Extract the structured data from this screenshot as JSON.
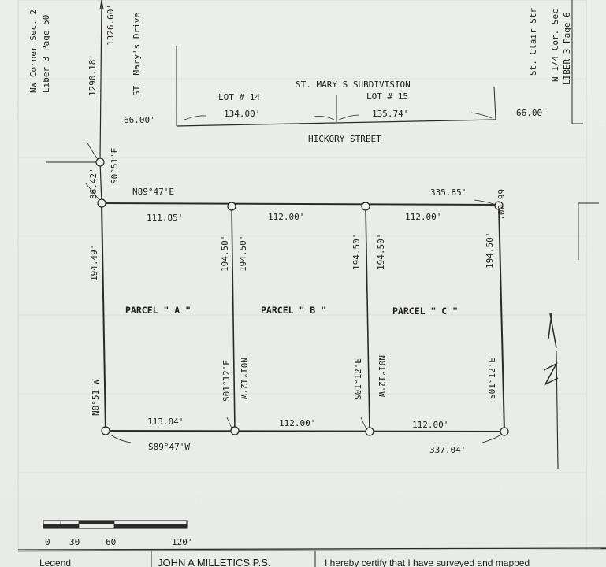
{
  "top_left": {
    "nw_corner": "NW Corner Sec. 2",
    "liber": "Liber 3 Page 50",
    "dim_1290": "1290.18'",
    "dim_1326": "1326.60'",
    "st_marys_drive": "ST. Mary's Drive"
  },
  "top_right": {
    "st_clair": "St. Clair Str",
    "n_quarter": "N 1/4 Cor. Sec",
    "liber": "LIBER 3 Page 6"
  },
  "subdivision": {
    "title": "ST. MARY'S SUBDIVISION",
    "lot14": "LOT # 14",
    "lot15": "LOT # 15",
    "dim_134": "134.00'",
    "dim_135": "135.74'",
    "width_left": "66.00'",
    "width_right": "66.00'",
    "street": "HICKORY STREET"
  },
  "survey": {
    "bearing_left_top": "S0°51'E",
    "dist_left_top": "36.42'",
    "bearing_north": "N89°47'E",
    "dist_north_total": "335.85'",
    "dist_right_top": "66.00'",
    "north_segments": [
      "111.85'",
      "112.00'",
      "112.00'"
    ],
    "dist_left_side": "194.49'",
    "bearing_left_side": "N0°51'W",
    "inner_side_dist": "194.50'",
    "bearing_inner_down": "S01°12'E",
    "bearing_inner_up": "N01°12'W",
    "south_segments": [
      "113.04'",
      "112.00'",
      "112.00'"
    ],
    "bearing_south": "S89°47'W",
    "dist_south_total": "337.04'"
  },
  "parcels": [
    "PARCEL \" A \"",
    "PARCEL \" B \"",
    "PARCEL \" C \""
  ],
  "scale": {
    "labels": [
      "0",
      "30",
      "60",
      "120'"
    ]
  },
  "footer": {
    "legend": "Legend",
    "surveyor": "JOHN A MILLETICS P.S.",
    "certify": "I hereby certify that I have surveyed and mapped"
  }
}
